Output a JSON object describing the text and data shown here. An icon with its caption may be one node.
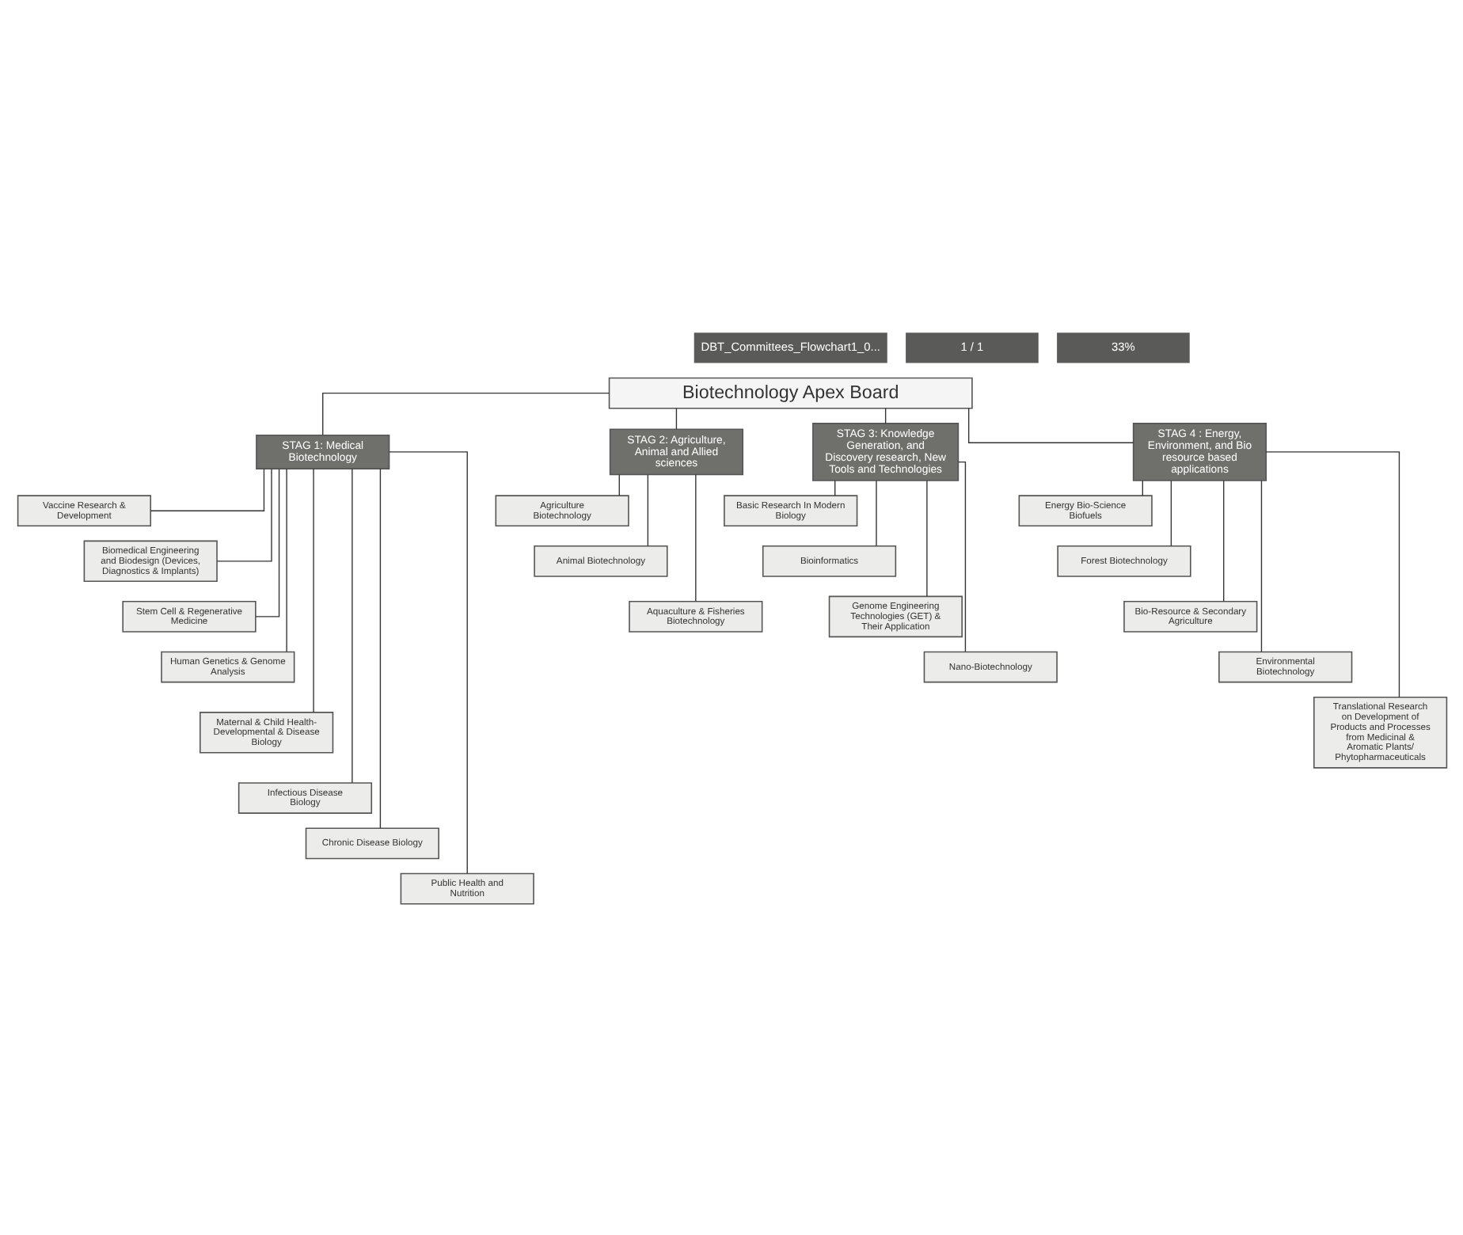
{
  "diagram": {
    "nodes": [
      {
        "text": [
          "Biotechnology Apex Board"
        ]
      },
      {
        "text": [
          "STAG 1: Medical Biotechnology"
        ]
      },
      {
        "text": [
          "STAG 2: Agriculture, Animal and Allied sciences"
        ]
      },
      {
        "text": [
          "STAG 3: Knowledge Generation, and Discovery research, New Tools and Technologies"
        ]
      },
      {
        "text": [
          "STAG 4 : Energy, Environment, and Bio resource based applications"
        ]
      },
      {
        "text": [
          "Vaccine Research & Development"
        ]
      },
      {
        "text": [
          "Biomedical Engineering and Biodesign (Devices, Diagnostics & Implants)"
        ]
      },
      {
        "text": [
          "Stem Cell & Regenerative Medicine"
        ]
      },
      {
        "text": [
          "Human Genetics & Genome Analysis"
        ]
      },
      {
        "text": [
          "Maternal & Child Health- Developmental & Disease Biology"
        ]
      },
      {
        "text": [
          "Infectious Disease Biology"
        ]
      },
      {
        "text": [
          "Chronic Disease Biology"
        ]
      },
      {
        "text": [
          "Public Health and Nutrition"
        ]
      },
      {
        "text": [
          "Agriculture Biotechnology"
        ]
      },
      {
        "text": [
          "Animal Biotechnology"
        ]
      },
      {
        "text": [
          "Aquaculture & Fisheries Biotechnology"
        ]
      },
      {
        "text": [
          "Basic Research In Modern Biology"
        ]
      },
      {
        "text": [
          "Bioinformatics"
        ]
      },
      {
        "text": [
          "Genome Engineering Technologies (GET) & Their Application"
        ]
      },
      {
        "text": [
          "Nano-Biotechnology"
        ]
      },
      {
        "text": [
          "Energy Bio-Science Biofuels"
        ]
      },
      {
        "text": [
          "Forest Biotechnology"
        ]
      },
      {
        "text": [
          "Bio-Resource & Secondary Agriculture"
        ]
      },
      {
        "text": [
          "Environmental Biotechnology"
        ]
      },
      {
        "text": [
          "Translational Research on Development of Products and Processes from Medicinal & Aromatic Plants/ Phytopharmaceuticals"
        ]
      }
    ],
    "edges": [
      {
        "from": 0,
        "to": 1,
        "arrow": "none"
      },
      {
        "from": 0,
        "to": 2,
        "arrow": "none"
      },
      {
        "from": 0,
        "to": 3,
        "arrow": "none"
      },
      {
        "from": 0,
        "to": 4,
        "arrow": "none"
      },
      {
        "from": 1,
        "to": 5,
        "arrow": "none"
      },
      {
        "from": 1,
        "to": 6,
        "arrow": "none"
      },
      {
        "from": 1,
        "to": 7,
        "arrow": "none"
      },
      {
        "from": 1,
        "to": 8,
        "arrow": "none"
      },
      {
        "from": 1,
        "to": 9,
        "arrow": "none"
      },
      {
        "from": 1,
        "to": 10,
        "arrow": "none"
      },
      {
        "from": 1,
        "to": 11,
        "arrow": "none"
      },
      {
        "from": 1,
        "to": 12,
        "arrow": "none"
      },
      {
        "from": 2,
        "to": 13,
        "arrow": "none"
      },
      {
        "from": 2,
        "to": 14,
        "arrow": "none"
      },
      {
        "from": 2,
        "to": 15,
        "arrow": "none"
      },
      {
        "from": 3,
        "to": 16,
        "arrow": "none"
      },
      {
        "from": 3,
        "to": 17,
        "arrow": "none"
      },
      {
        "from": 3,
        "to": 18,
        "arrow": "none"
      },
      {
        "from": 3,
        "to": 19,
        "arrow": "none"
      },
      {
        "from": 4,
        "to": 20,
        "arrow": "none"
      },
      {
        "from": 4,
        "to": 21,
        "arrow": "none"
      },
      {
        "from": 4,
        "to": 22,
        "arrow": "none"
      },
      {
        "from": 4,
        "to": 23,
        "arrow": "none"
      },
      {
        "from": 4,
        "to": 24,
        "arrow": "none"
      }
    ],
    "labels": [
      "DBT_Committees_Flowchart1_0...",
      "1 / 1",
      "33%"
    ]
  }
}
